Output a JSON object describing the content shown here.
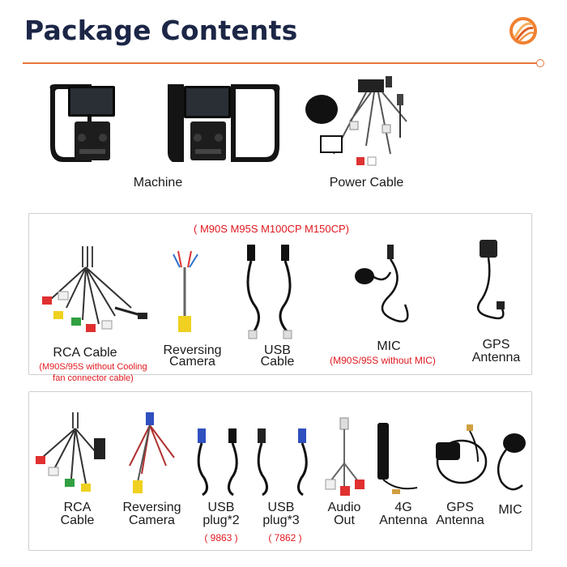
{
  "header": {
    "title": "Package Contents"
  },
  "top": {
    "machine_label": "Machine",
    "power_label": "Power Cable"
  },
  "box1": {
    "models_note": "( M90S M95S M100CP M150CP)",
    "items": [
      {
        "label_line1": "RCA Cable",
        "note_line1": "(M90S/95S without Cooling",
        "note_line2": "fan connector cable)"
      },
      {
        "label_line1": "Reversing",
        "label_line2": "Camera"
      },
      {
        "label_line1": "USB",
        "label_line2": "Cable"
      },
      {
        "label_line1": "MIC",
        "note_line1": "(M90S/95S without MIC)"
      },
      {
        "label_line1": "GPS",
        "label_line2": "Antenna"
      }
    ]
  },
  "box2": {
    "items": [
      {
        "label_line1": "RCA",
        "label_line2": "Cable"
      },
      {
        "label_line1": "Reversing",
        "label_line2": "Camera"
      },
      {
        "label_line1": "USB",
        "label_line2": "plug*2",
        "note_line1": "( 9863 )"
      },
      {
        "label_line1": "USB",
        "label_line2": "plug*3",
        "note_line1": "( 7862 )"
      },
      {
        "label_line1": "Audio",
        "label_line2": "Out"
      },
      {
        "label_line1": "4G",
        "label_line2": "Antenna"
      },
      {
        "label_line1": "GPS",
        "label_line2": "Antenna"
      },
      {
        "label_line1": "MIC"
      }
    ]
  },
  "colors": {
    "accent": "#e8753a",
    "title": "#1c2646",
    "note_red": "#e0181f"
  }
}
